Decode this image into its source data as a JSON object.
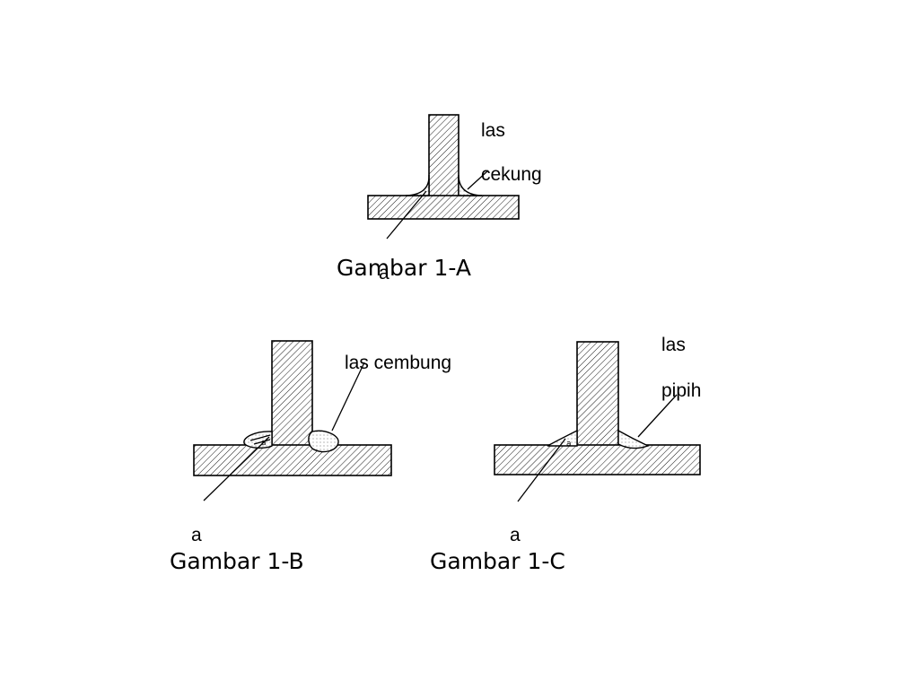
{
  "figures": {
    "a": {
      "caption": "Gambar 1-A",
      "label_line1": "las",
      "label_line2": "cekung",
      "dim_label": "a"
    },
    "b": {
      "caption": "Gambar 1-B",
      "label": "las cembung",
      "dim_label": "a"
    },
    "c": {
      "caption": "Gambar 1-C",
      "label_line1": "las",
      "label_line2": "pipih",
      "dim_label": "a"
    }
  }
}
